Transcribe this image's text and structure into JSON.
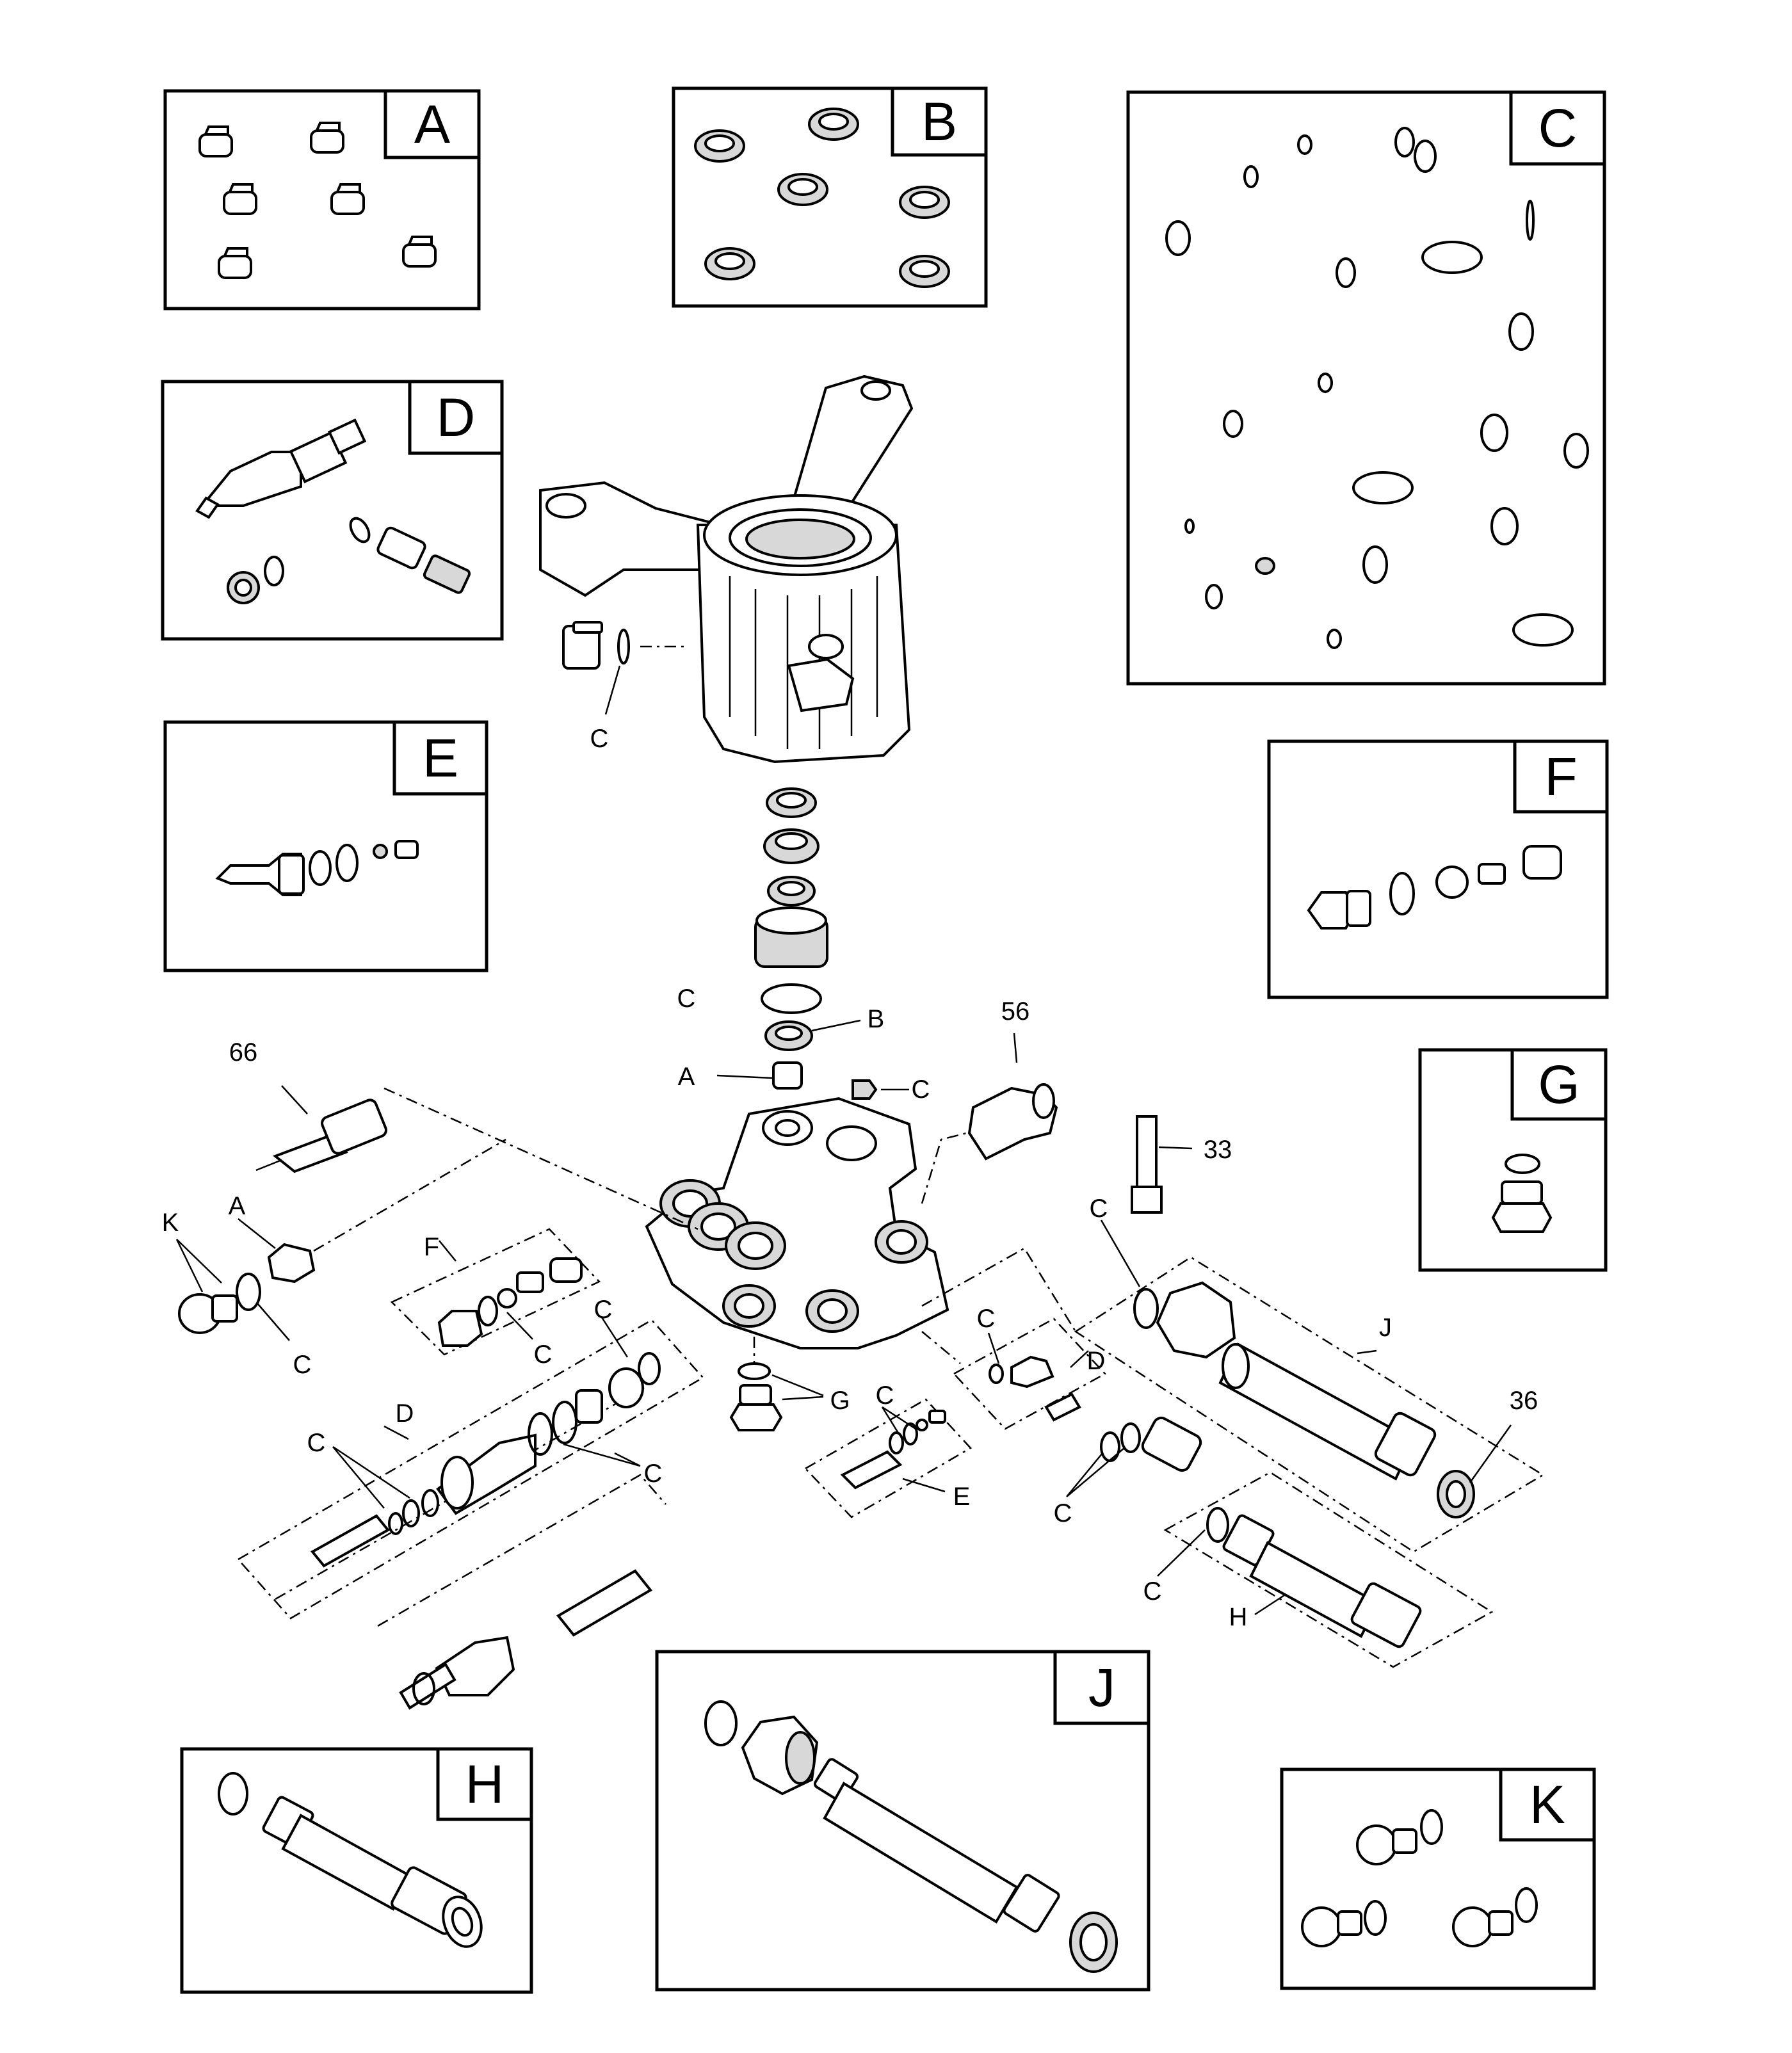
{
  "kit_boxes": [
    {
      "id": "A",
      "label": "A"
    },
    {
      "id": "B",
      "label": "B"
    },
    {
      "id": "C",
      "label": "C"
    },
    {
      "id": "D",
      "label": "D"
    },
    {
      "id": "E",
      "label": "E"
    },
    {
      "id": "F",
      "label": "F"
    },
    {
      "id": "G",
      "label": "G"
    },
    {
      "id": "H",
      "label": "H"
    },
    {
      "id": "J",
      "label": "J"
    },
    {
      "id": "K",
      "label": "K"
    }
  ],
  "callouts": [
    {
      "id": "c-upper",
      "text": "C"
    },
    {
      "id": "c-stack",
      "text": "C"
    },
    {
      "id": "b-stack",
      "text": "B"
    },
    {
      "id": "a-stack",
      "text": "A"
    },
    {
      "id": "c-plug",
      "text": "C"
    },
    {
      "id": "n56",
      "text": "56"
    },
    {
      "id": "n66",
      "text": "66"
    },
    {
      "id": "n33",
      "text": "33"
    },
    {
      "id": "k-left",
      "text": "K"
    },
    {
      "id": "a-left",
      "text": "A"
    },
    {
      "id": "c-left",
      "text": "C"
    },
    {
      "id": "f-left",
      "text": "F"
    },
    {
      "id": "c-f",
      "text": "C"
    },
    {
      "id": "c-d-top",
      "text": "C"
    },
    {
      "id": "d-left",
      "text": "D"
    },
    {
      "id": "c-d-mid",
      "text": "C"
    },
    {
      "id": "c-d-low",
      "text": "C"
    },
    {
      "id": "g-mid",
      "text": "G"
    },
    {
      "id": "c-e",
      "text": "C"
    },
    {
      "id": "e-mid",
      "text": "E"
    },
    {
      "id": "c-dr-top",
      "text": "C"
    },
    {
      "id": "d-right",
      "text": "D"
    },
    {
      "id": "c-dr-low",
      "text": "C"
    },
    {
      "id": "c-j",
      "text": "C"
    },
    {
      "id": "j-right",
      "text": "J"
    },
    {
      "id": "n36",
      "text": "36"
    },
    {
      "id": "c-h",
      "text": "C"
    },
    {
      "id": "h-right",
      "text": "H"
    }
  ]
}
